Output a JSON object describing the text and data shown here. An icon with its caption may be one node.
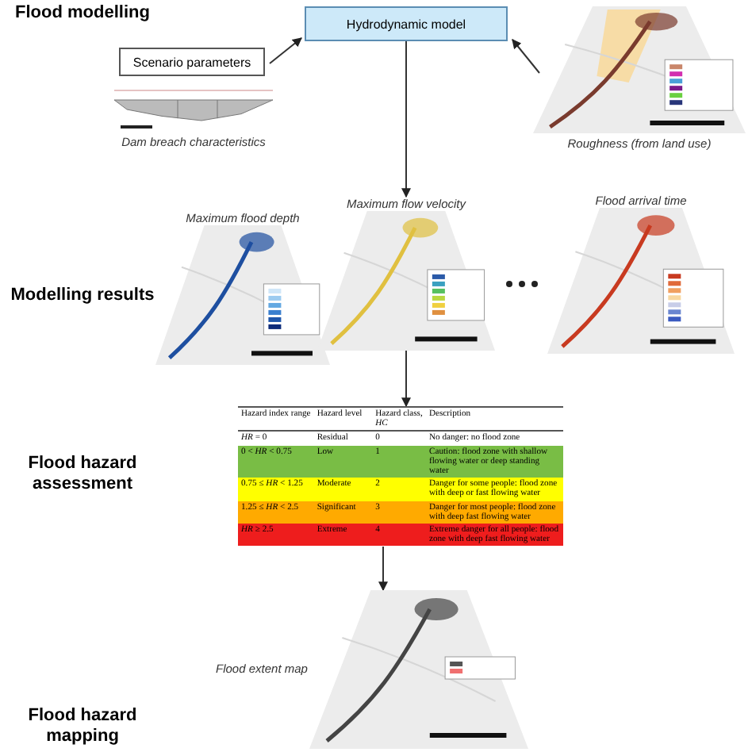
{
  "diagram": {
    "nodes": [
      {
        "text": [
          "Hydrodynamic model"
        ]
      },
      {
        "text": [
          "Scenario parameters"
        ]
      },
      {
        "text": [],
        "shape": "picture",
        "beside": [
          "Dam breach characteristics"
        ]
      },
      {
        "text": [],
        "shape": "picture",
        "beside": [
          "Roughness (from land use)"
        ]
      },
      {
        "text": [],
        "shape": "picture",
        "beside": [
          "Maximum flood depth"
        ]
      },
      {
        "text": [],
        "shape": "picture",
        "beside": [
          "Maximum flow velocity"
        ]
      },
      {
        "text": [],
        "shape": "picture",
        "beside": [
          "Flood arrival time"
        ]
      },
      {
        "text": [],
        "shape": "table"
      },
      {
        "text": [],
        "shape": "picture",
        "beside": [
          "Flood extent map"
        ]
      }
    ],
    "edges": [
      {
        "from": 1,
        "to": 0,
        "arrow": "to"
      },
      {
        "from": 3,
        "to": 0,
        "arrow": "to"
      },
      {
        "from": 0,
        "to": 5,
        "arrow": "to"
      },
      {
        "from": 5,
        "to": 7,
        "arrow": "to"
      },
      {
        "from": 7,
        "to": 8,
        "arrow": "to"
      }
    ],
    "labels": [
      "Flood modelling",
      "Modelling results",
      "Flood hazard assessment",
      "Flood hazard mapping",
      "Hazard index range",
      "Hazard level",
      "Hazard class, *HC*",
      "Description",
      "*HR* = 0",
      "Residual",
      "0",
      "No danger: no flood zone",
      "0 < *HR* < 0.75",
      "Low",
      "1",
      "Caution: flood zone with shallow flowing water or deep standing water",
      "0.75 ≤ *HR* < 1.25",
      "Moderate",
      "2",
      "Danger for some people: flood zone with deep or fast flowing water",
      "1.25 ≤ *HR* < 2.5",
      "Significant",
      "3",
      "Danger for most people: flood zone with deep fast flowing water",
      "*HR* ≥ 2.5",
      "Extreme",
      "4",
      "Extreme danger for all people: flood zone with deep fast flowing water"
    ]
  }
}
